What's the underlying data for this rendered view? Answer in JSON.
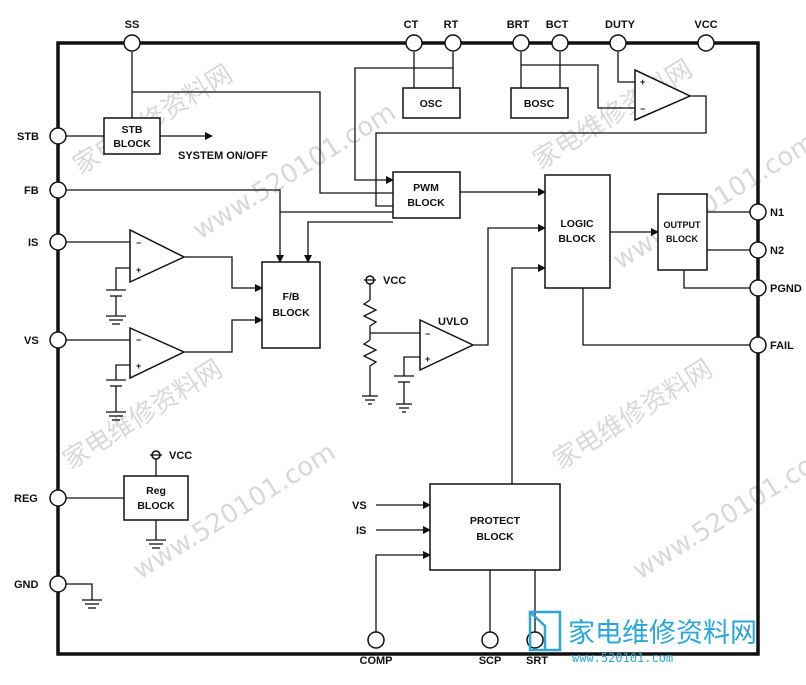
{
  "pins": {
    "ss": "SS",
    "ct": "CT",
    "rt": "RT",
    "brt": "BRT",
    "bct": "BCT",
    "duty": "DUTY",
    "vcc": "VCC",
    "stb": "STB",
    "fb": "FB",
    "is": "IS",
    "vs": "VS",
    "reg": "REG",
    "gnd": "GND",
    "n1": "N1",
    "n2": "N2",
    "pgnd": "PGND",
    "fail": "FAIL",
    "comp": "COMP",
    "scp": "SCP",
    "srt": "SRT"
  },
  "blocks": {
    "osc": "OSC",
    "bosc": "BOSC",
    "stb_line1": "STB",
    "stb_line2": "BLOCK",
    "pwm_line1": "PWM",
    "pwm_line2": "BLOCK",
    "logic_line1": "LOGIC",
    "logic_line2": "BLOCK",
    "output_line1": "OUTPUT",
    "output_line2": "BLOCK",
    "fb_line1": "F/B",
    "fb_line2": "BLOCK",
    "reg_line1": "Reg",
    "reg_line2": "BLOCK",
    "protect_line1": "PROTECT",
    "protect_line2": "BLOCK"
  },
  "labels": {
    "system_onoff": "SYSTEM  ON/OFF",
    "uvlo": "UVLO",
    "vcc_uvlo": "VCC",
    "vcc_reg": "VCC",
    "protect_in_vs": "VS",
    "protect_in_is": "IS"
  },
  "watermark": {
    "text_cn": "家电维修资料网",
    "text_url": "www.520101.com",
    "logo_cn": "家电维修资料网",
    "logo_url": "www.520101.com"
  },
  "colors": {
    "ink": "#111111",
    "logo": "#2aa7d8",
    "watermark": "#b9b9b9"
  }
}
